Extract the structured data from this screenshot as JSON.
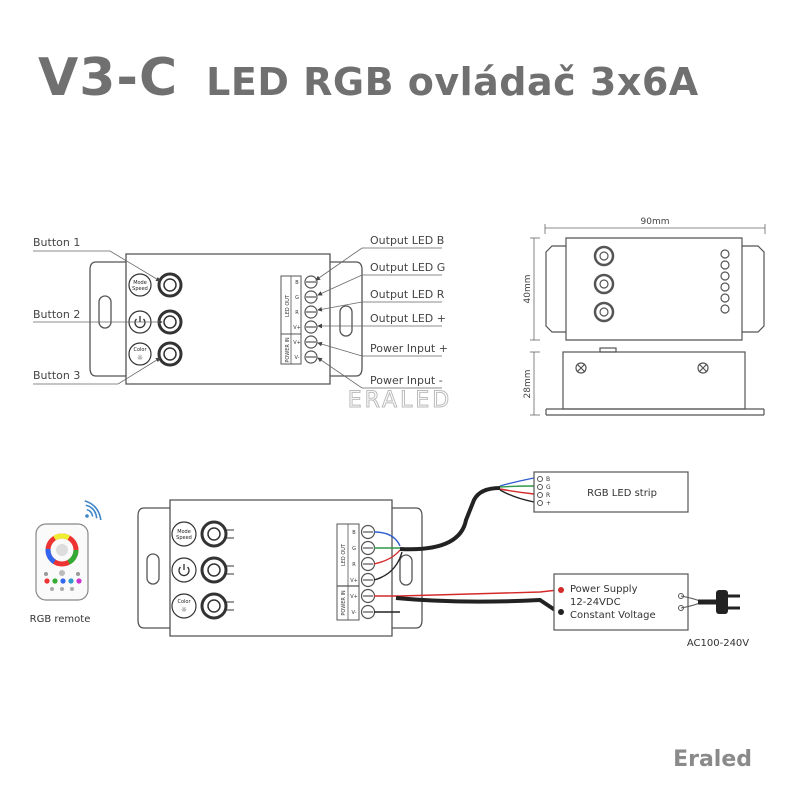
{
  "title": {
    "model": "V3-C",
    "description": "LED RGB ovládač 3x6A"
  },
  "brand": "Eraled",
  "watermark": "ERALED",
  "top_diagram": {
    "left_labels": [
      "Button 1",
      "Button 2",
      "Button 3"
    ],
    "right_labels": [
      "Output LED B",
      "Output LED G",
      "Output LED R",
      "Output LED +",
      "Power Input +",
      "Power Input -"
    ],
    "buttons": {
      "mode_line1": "Mode",
      "mode_line2": "Speed",
      "color": "Color"
    },
    "terminals": {
      "led_out": "LED OUT",
      "power_in": "POWER IN",
      "pins": [
        "B",
        "G",
        "R",
        "V+",
        "V+",
        "V-"
      ]
    }
  },
  "dimensions": {
    "width": "90mm",
    "height": "40mm",
    "depth": "28mm"
  },
  "wiring": {
    "remote_label": "RGB remote",
    "strip_label": "RGB LED strip",
    "strip_pins": [
      "B",
      "G",
      "R",
      "+"
    ],
    "power_supply": [
      "Power Supply",
      "12-24VDC",
      "Constant Voltage"
    ],
    "ac_label": "AC100-240V"
  },
  "colors": {
    "title": "#707070",
    "outline": "#555555",
    "blue": "#2f5fcf",
    "green": "#2e9a4a",
    "red": "#d42a2a"
  }
}
